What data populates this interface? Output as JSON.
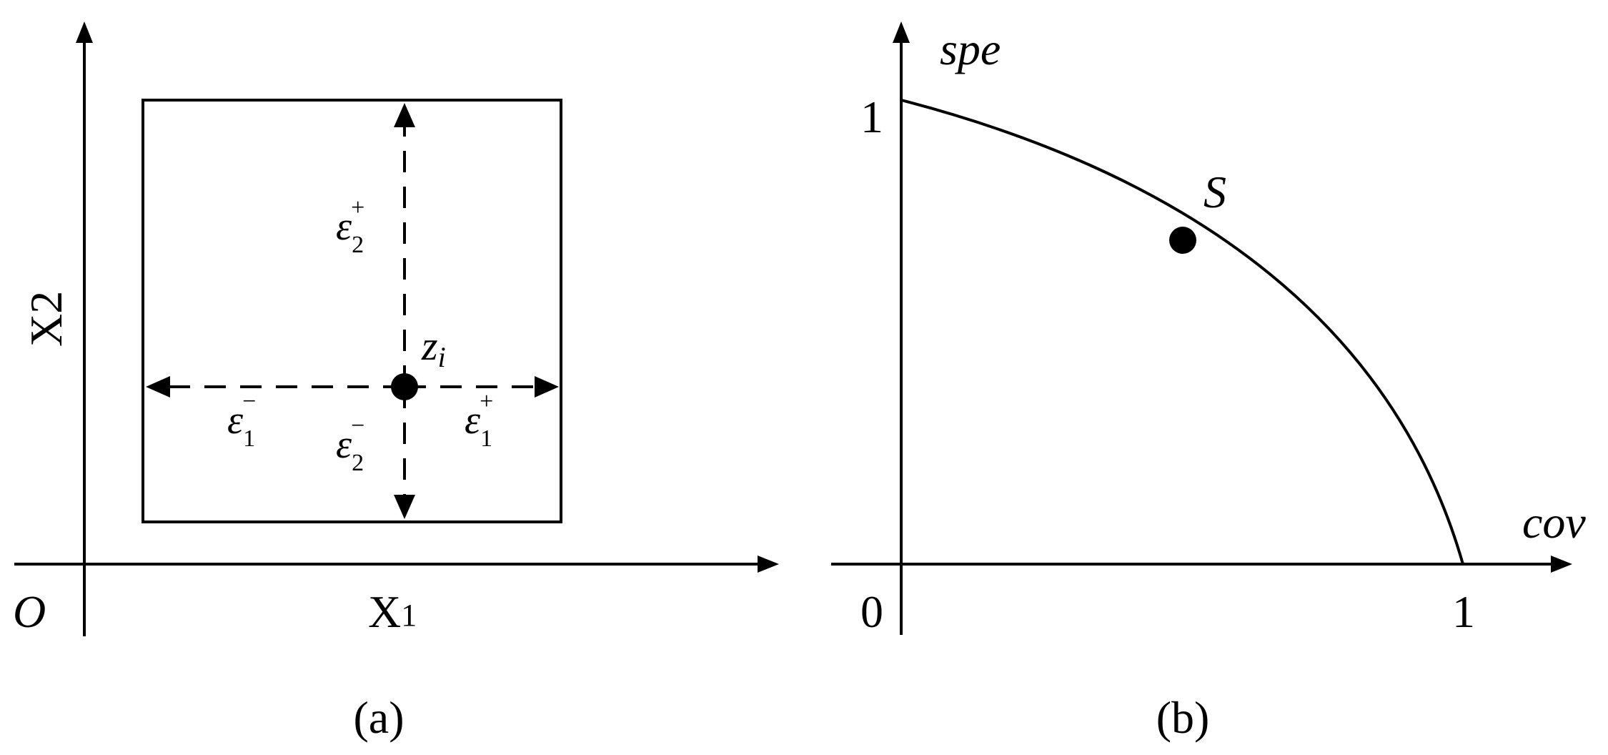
{
  "panel_a": {
    "caption": "(a)",
    "origin_label": "O",
    "x_axis_label": "X",
    "x_axis_sub": "1",
    "y_axis_label": "X2",
    "point_label": "z",
    "point_sub": "i",
    "eps_symbol": "ε",
    "eps_up": {
      "sub": "2",
      "sup": "+"
    },
    "eps_down": {
      "sub": "2",
      "sup": "−"
    },
    "eps_left": {
      "sub": "1",
      "sup": "−"
    },
    "eps_right": {
      "sub": "1",
      "sup": "+"
    }
  },
  "panel_b": {
    "caption": "(b)",
    "origin_label": "0",
    "x_axis_label": "cov",
    "y_axis_label": "spe",
    "x_tick": "1",
    "y_tick": "1",
    "point_label": "S"
  }
}
